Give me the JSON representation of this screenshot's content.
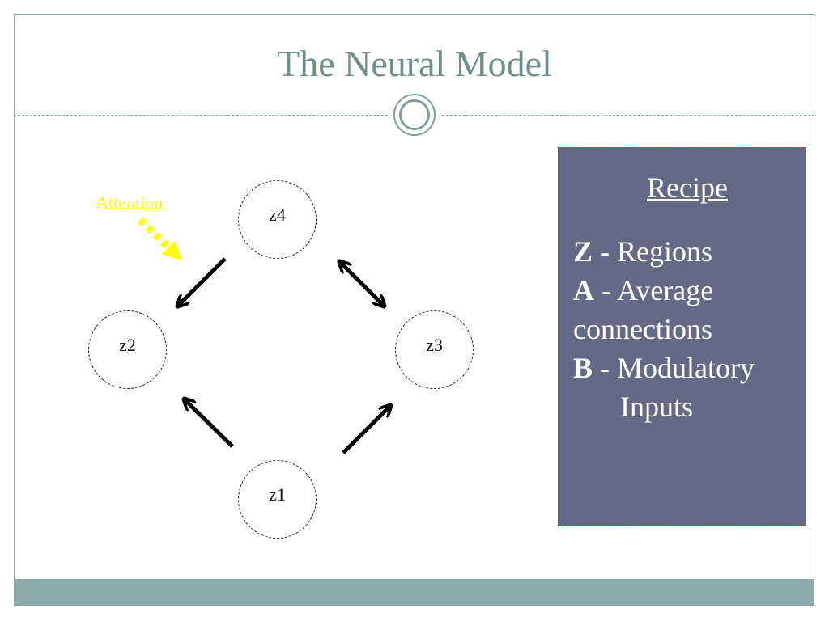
{
  "slide": {
    "title": "The Neural Model"
  },
  "diagram": {
    "annotation": "Attention",
    "nodes": {
      "z1": "z1",
      "z2": "z2",
      "z3": "z3",
      "z4": "z4"
    },
    "colors": {
      "attention": "#ffff00",
      "arrow": "#000000"
    }
  },
  "recipe": {
    "title": "Recipe",
    "items": [
      {
        "key": "Z",
        "sep": " - ",
        "text": "Regions"
      },
      {
        "key": "A",
        "sep": " - ",
        "text": "Average"
      },
      {
        "text_cont": "connections"
      },
      {
        "key": "B",
        "sep": " - ",
        "text": "Modulatory"
      },
      {
        "text_cont": "Inputs"
      }
    ],
    "colors": {
      "background": "#636a85",
      "text": "#ffffff"
    }
  },
  "theme": {
    "accent": "#8aa9aa",
    "title_color": "#6f8f8f"
  }
}
